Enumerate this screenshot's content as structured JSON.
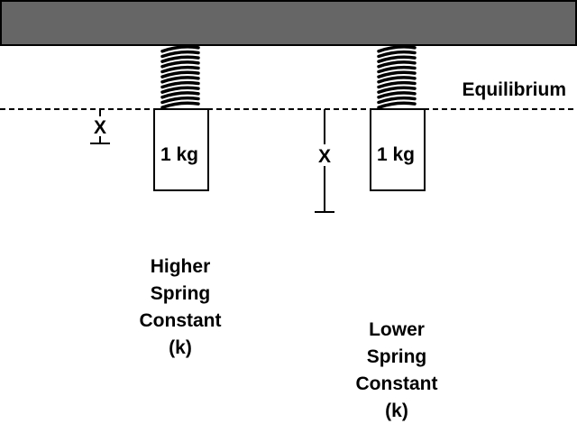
{
  "equilibrium_label": "Equilibrium",
  "left_setup": {
    "mass_label": "1 kg",
    "displacement_label": "X",
    "caption": [
      "Higher",
      "Spring",
      "Constant",
      "(k)"
    ]
  },
  "right_setup": {
    "mass_label": "1 kg",
    "displacement_label": "X",
    "caption": [
      "Lower",
      "Spring",
      "Constant",
      "(k)"
    ]
  },
  "colors": {
    "ceiling": "#666666",
    "outline": "#000000",
    "background": "#ffffff"
  }
}
